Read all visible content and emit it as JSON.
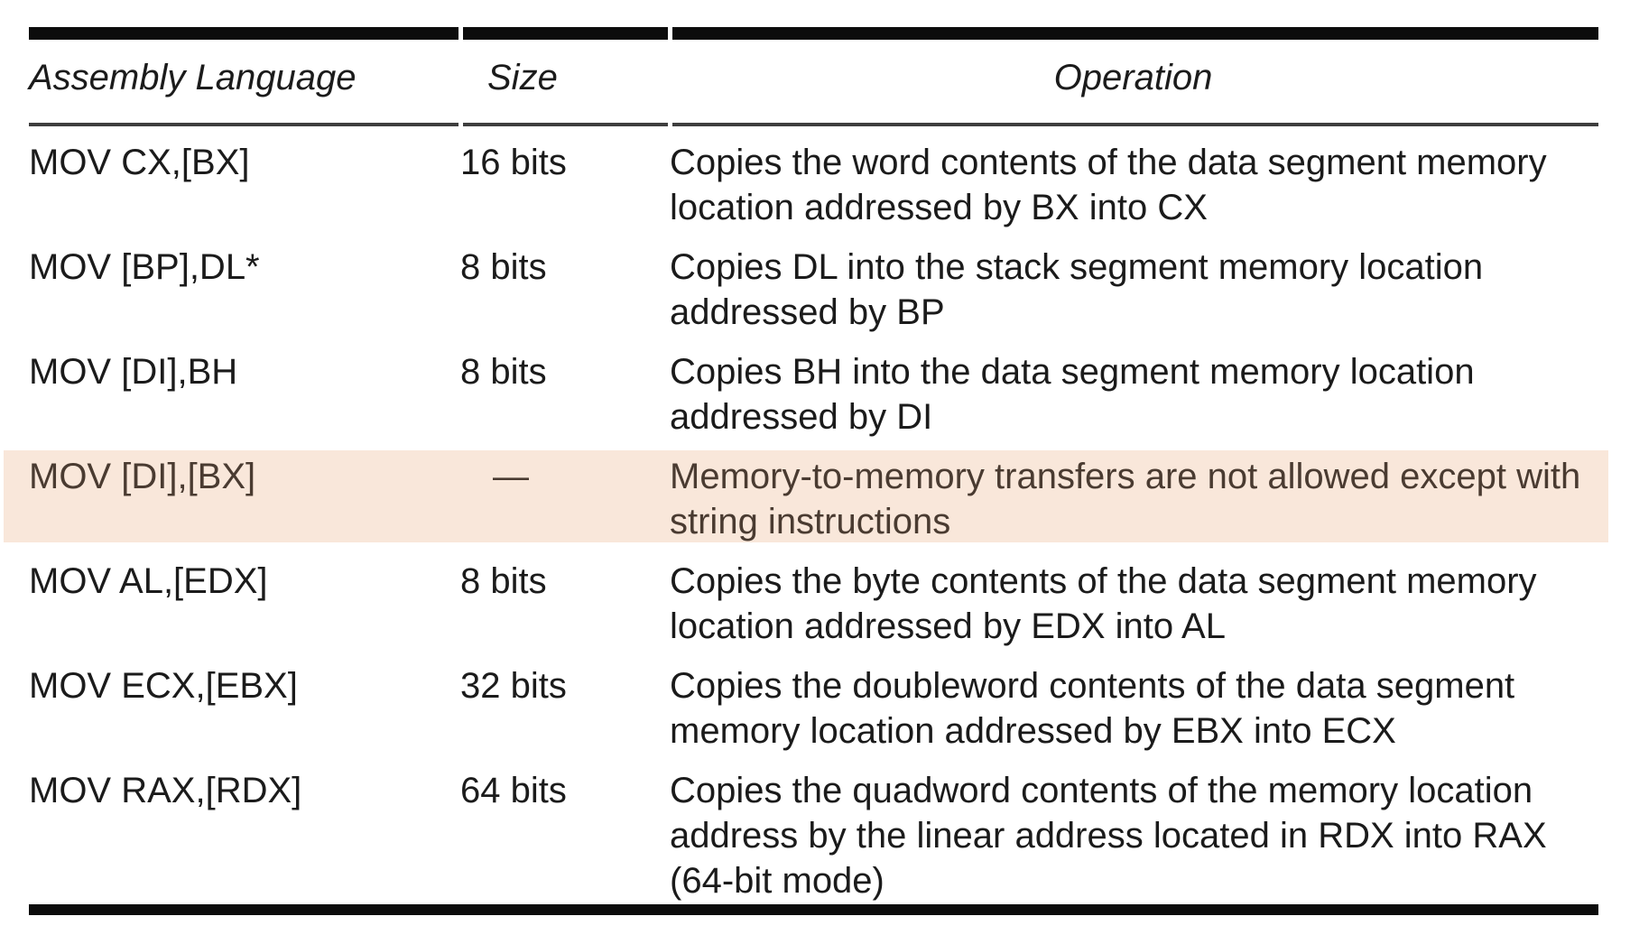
{
  "document": {
    "type": "textbook-instruction-table",
    "headers": [
      "Assembly Language",
      "Size",
      "Operation"
    ],
    "rows": [
      {
        "assembly": "MOV CX,[BX]",
        "size": "16 bits",
        "operation": "Copies the word contents of the data segment memory location addressed by BX into CX",
        "highlighted": false
      },
      {
        "assembly": "MOV [BP],DL*",
        "size": "8 bits",
        "operation": "Copies DL into the stack segment memory location addressed by BP",
        "highlighted": false
      },
      {
        "assembly": "MOV [DI],BH",
        "size": "8 bits",
        "operation": "Copies BH into the data segment memory location addressed by DI",
        "highlighted": false
      },
      {
        "assembly": "MOV [DI],[BX]",
        "size": "—",
        "operation": "Memory-to-memory transfers are not allowed except with string instructions",
        "highlighted": true
      },
      {
        "assembly": "MOV AL,[EDX]",
        "size": "8 bits",
        "operation": "Copies the byte contents of the data segment memory location addressed by EDX into AL",
        "highlighted": false
      },
      {
        "assembly": "MOV ECX,[EBX]",
        "size": "32 bits",
        "operation": "Copies the doubleword contents of the data segment memory location addressed by EBX into ECX",
        "highlighted": false
      },
      {
        "assembly": "MOV RAX,[RDX]",
        "size": "64 bits",
        "operation": "Copies the quadword contents of the memory location address by the linear address located in RDX into RAX (64-bit mode)",
        "highlighted": false
      }
    ],
    "colors": {
      "background": "#ffffff",
      "text": "#1b1b1b",
      "rule_dark": "#0c0c0c",
      "rule_gray": "#3e3e3e",
      "highlight_bg": "#f9e7da",
      "highlight_text": "#4a3b31"
    }
  }
}
